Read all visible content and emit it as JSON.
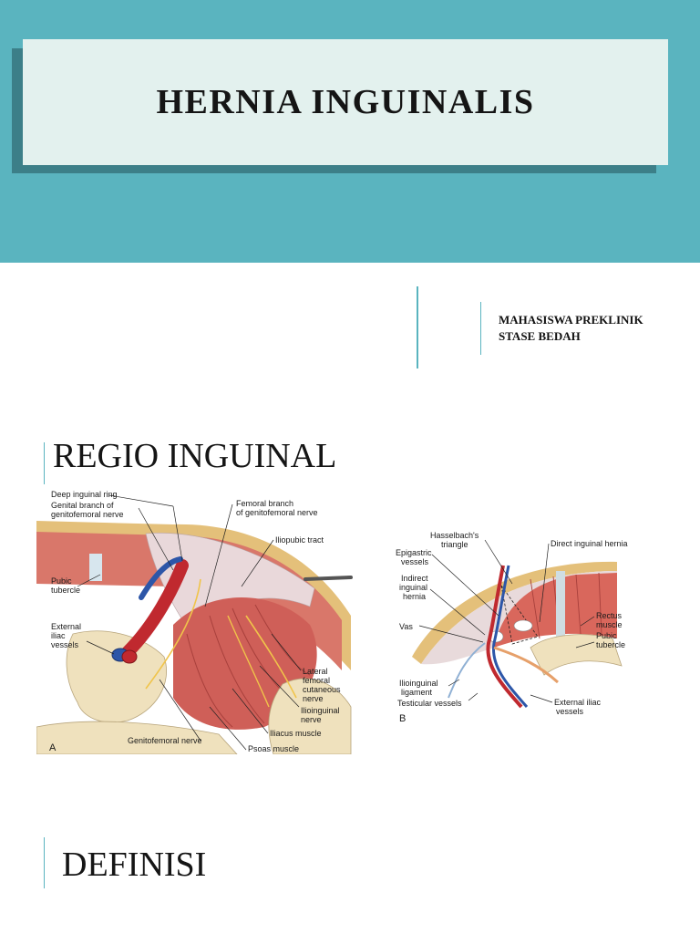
{
  "title": "HERNIA INGUINALIS",
  "subtitle": {
    "line1": "MAHASISWA PREKLINIK",
    "line2": "STASE BEDAH"
  },
  "section1": {
    "heading": "REGIO INGUINAL"
  },
  "figure_a": {
    "panel": "A",
    "labels": {
      "deep_ring": "Deep inguinal ring",
      "genital_1": "Genital branch of",
      "genital_2": "genitofemoral nerve",
      "femoral_1": "Femoral branch",
      "femoral_2": "of genitofemoral nerve",
      "iliopubic": "Iliopubic tract",
      "pubic_1": "Pubic",
      "pubic_2": "tubercle",
      "ext_iliac_1": "External",
      "ext_iliac_2": "iliac",
      "ext_iliac_3": "vessels",
      "lateral_1": "Lateral",
      "lateral_2": "femoral",
      "lateral_3": "cutaneous",
      "lateral_4": "nerve",
      "ilioinguinal_1": "Ilioinguinal",
      "ilioinguinal_2": "nerve",
      "iliacus": "Iliacus muscle",
      "genitofemoral": "Genitofemoral nerve",
      "psoas": "Psoas muscle"
    }
  },
  "figure_b": {
    "panel": "B",
    "labels": {
      "hasselbach_1": "Hasselbach's",
      "hasselbach_2": "triangle",
      "direct": "Direct inguinal hernia",
      "epigastric_1": "Epigastric",
      "epigastric_2": "vessels",
      "indirect_1": "Indirect",
      "indirect_2": "inguinal",
      "indirect_3": "hernia",
      "vas": "Vas",
      "rectus_1": "Rectus",
      "rectus_2": "muscle",
      "pubic_1": "Pubic",
      "pubic_2": "tubercle",
      "ilioinguinal_1": "Ilioinguinal",
      "ilioinguinal_2": "ligament",
      "testicular": "Testicular vessels",
      "ext_iliac_1": "External iliac",
      "ext_iliac_2": "vessels"
    }
  },
  "section2": {
    "heading": "DEFINISI"
  },
  "colors": {
    "banner": "#5ab4bf",
    "title_box": "#e3f1ee",
    "title_shadow": "#3c7f88",
    "accent_line": "#5ab4bf"
  }
}
